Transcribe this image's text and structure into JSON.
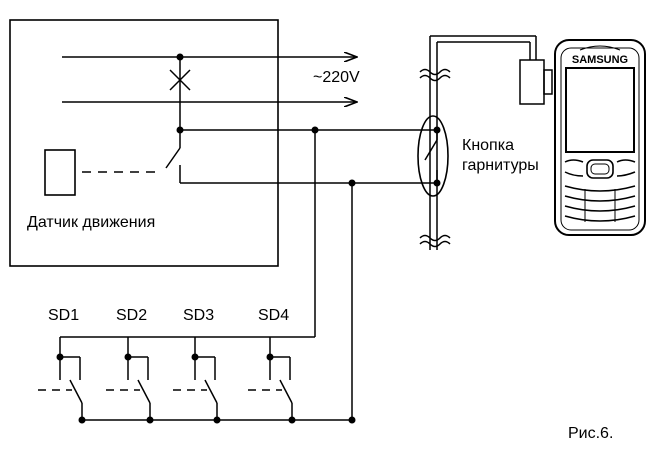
{
  "labels": {
    "voltage": "~220V",
    "motion_sensor": "Датчик движения",
    "headset_button_line1": "Кнопка",
    "headset_button_line2": "гарнитуры",
    "phone_brand": "SAMSUNG",
    "figure_caption": "Рис.6."
  },
  "switches": [
    {
      "label": "SD1"
    },
    {
      "label": "SD2"
    },
    {
      "label": "SD3"
    },
    {
      "label": "SD4"
    }
  ]
}
